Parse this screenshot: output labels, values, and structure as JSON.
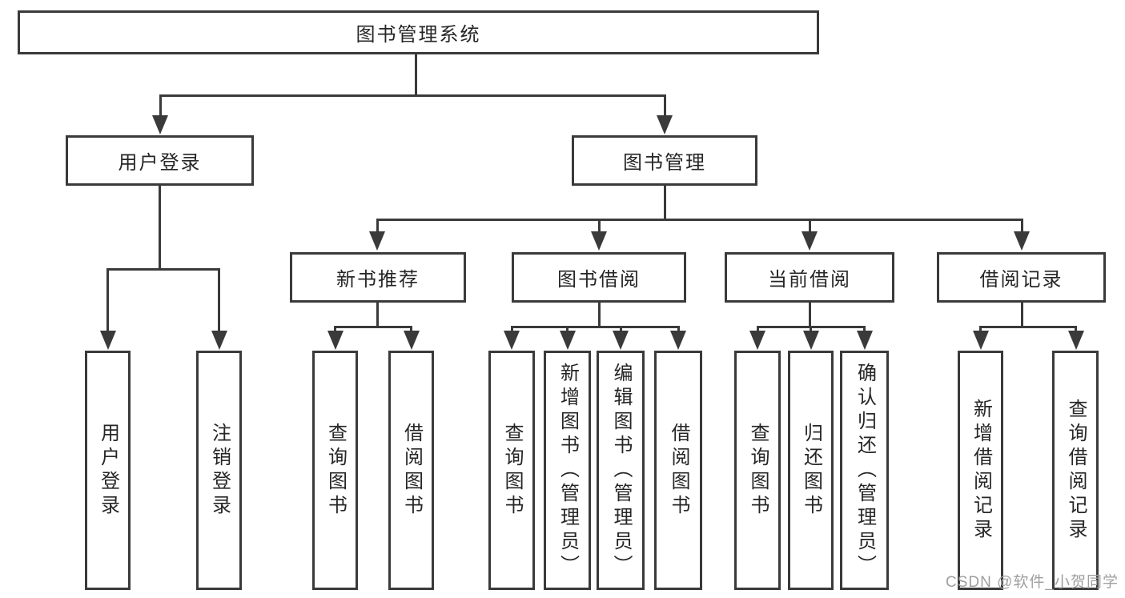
{
  "diagram": {
    "root": "图书管理系统",
    "user_login_branch": {
      "label": "用户登录",
      "children": [
        "用户登录",
        "注销登录"
      ]
    },
    "book_management_branch": {
      "label": "图书管理",
      "groups": [
        {
          "label": "新书推荐",
          "children": [
            "查询图书",
            "借阅图书"
          ]
        },
        {
          "label": "图书借阅",
          "children": [
            "查询图书",
            "新增图书（管理员）",
            "编辑图书（管理员）",
            "借阅图书"
          ]
        },
        {
          "label": "当前借阅",
          "children": [
            "查询图书",
            "归还图书",
            "确认归还（管理员）"
          ]
        },
        {
          "label": "借阅记录",
          "children": [
            "新增借阅记录",
            "查询借阅记录"
          ]
        }
      ]
    }
  },
  "watermark": "CSDN @软件_小贺同学",
  "colors": {
    "line": "#3a3a3a",
    "text": "#262626",
    "background": "#ffffff",
    "watermark": "#9f9f9f"
  }
}
